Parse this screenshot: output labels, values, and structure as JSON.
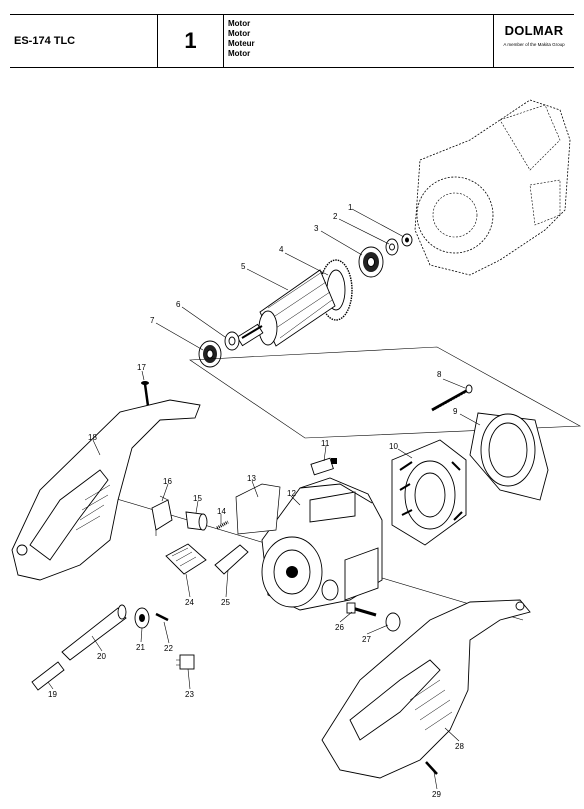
{
  "header": {
    "model": "ES-174 TLC",
    "page_number": "1",
    "titles": [
      "Motor",
      "Motor",
      "Moteur",
      "Motor"
    ],
    "logo": "DOLMAR",
    "logo_subtitle": "A member of the Makita Group"
  },
  "callouts": [
    "1",
    "2",
    "3",
    "4",
    "5",
    "6",
    "7",
    "8",
    "9",
    "10",
    "11",
    "12",
    "13",
    "14",
    "15",
    "16",
    "17",
    "18",
    "19",
    "20",
    "21",
    "22",
    "23",
    "24",
    "25",
    "26",
    "27",
    "28",
    "29"
  ]
}
